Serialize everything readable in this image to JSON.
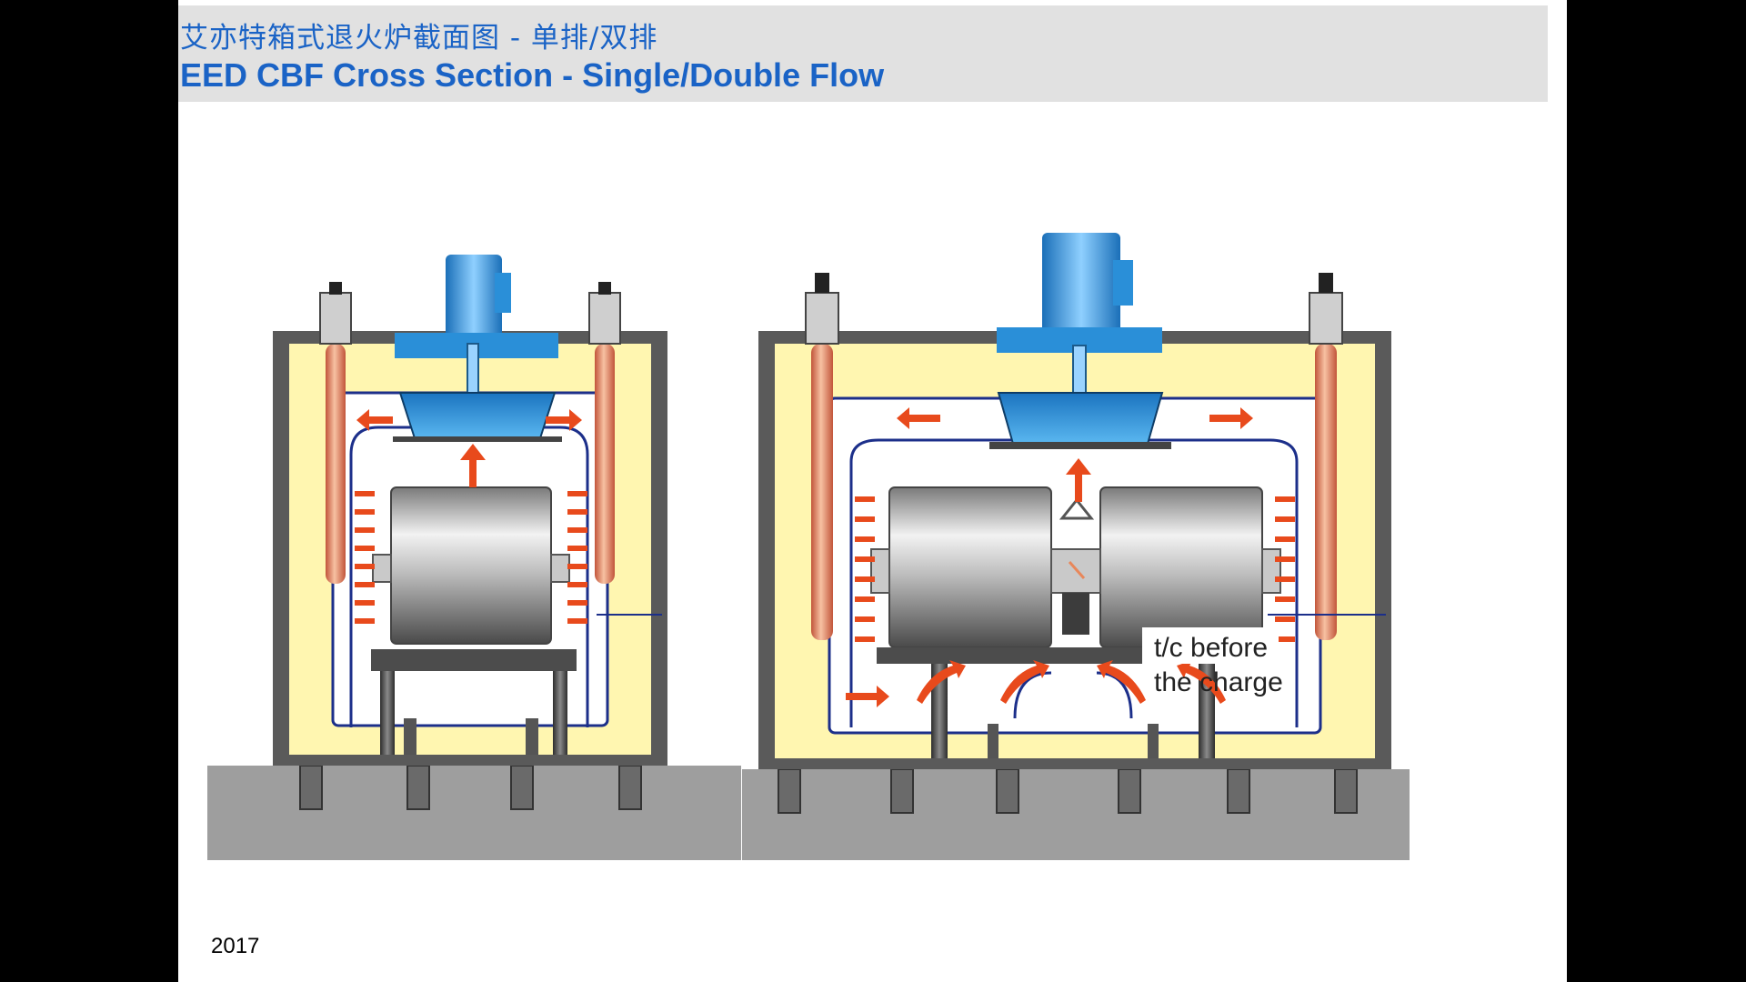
{
  "title": {
    "chinese": "艾亦特箱式退火炉截面图 - 单排/双排",
    "english": "EED CBF Cross Section - Single/Double Flow"
  },
  "overlay_labels": {
    "line1": "t/c before",
    "line2": "the charge"
  },
  "footer": {
    "year": "2017"
  },
  "colors": {
    "title": "#1a63c6",
    "insulation": "#fff6b0",
    "steel_frame": "#5a5a5a",
    "fan_motor": "#2a8fd8",
    "heater_tube": "#e8875a",
    "airflow_arrow": "#e84a1c",
    "foundation": "#9e9e9e",
    "duct_line": "#1c2f8a"
  },
  "icons": {
    "fan_motor": "blower-fan-icon",
    "radiant_tube": "radiant-tube-heater-icon",
    "airflow": "airflow-arrow-icon",
    "coil": "steel-coil-icon"
  }
}
